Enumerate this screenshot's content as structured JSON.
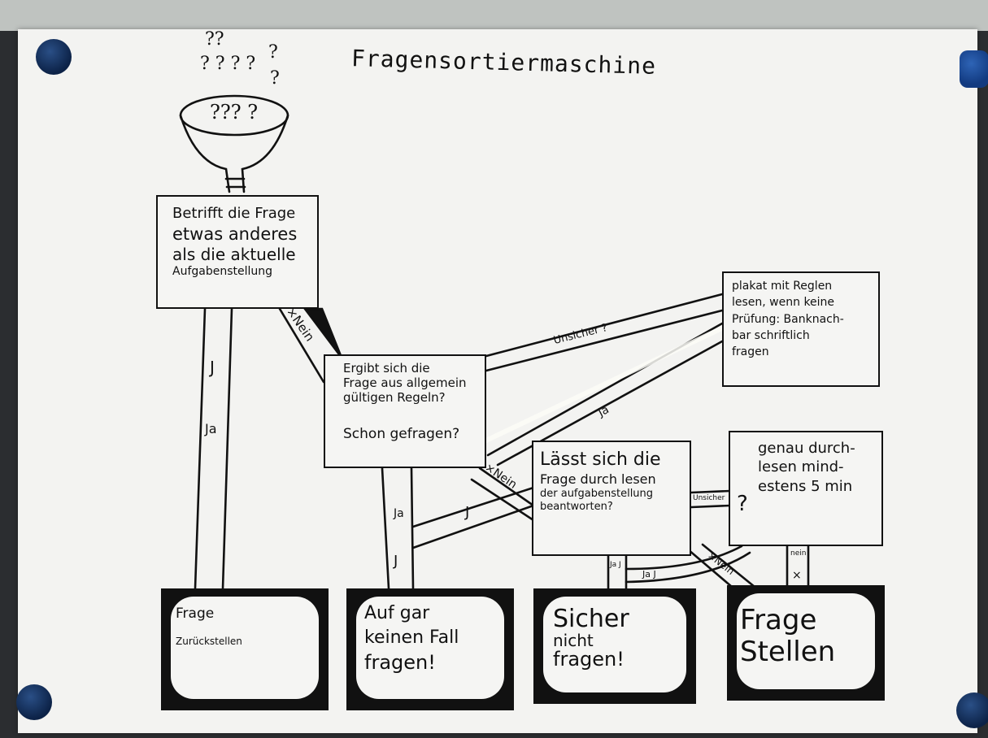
{
  "title": "Fragensortiermaschine",
  "funnel_marks": {
    "top": "??",
    "mid": "? ? ? ?",
    "right": "?",
    "right2": "?",
    "bowl": "??? ?"
  },
  "questions": {
    "q1": [
      "Betrifft die Frage",
      "etwas anderes",
      "als die aktuelle",
      "Aufgabenstellung"
    ],
    "q2": [
      "Ergibt sich die",
      "Frage aus allgemein",
      "gültigen Regeln?",
      "",
      "Schon gefragen?"
    ],
    "q3": [
      "Lässt sich die",
      "Frage durch lesen",
      "der aufgabenstellung",
      "beantworten?"
    ],
    "rules": [
      "plakat mit Reglen",
      "lesen, wenn keine",
      "Prüfung: Banknach-",
      "bar schriftlich",
      "fragen"
    ],
    "reread": [
      "genau durch-",
      "lesen mind-",
      "estens 5 min"
    ]
  },
  "reread_mark": "?",
  "outcomes": [
    {
      "lines": [
        "Frage",
        "Zurückstellen"
      ]
    },
    {
      "lines": [
        "Auf gar",
        "keinen Fall",
        "fragen!"
      ]
    },
    {
      "lines": [
        "Sicher",
        "nicht",
        "fragen!"
      ]
    },
    {
      "lines": [
        "Frage",
        "Stellen"
      ]
    }
  ],
  "edge_labels": {
    "q1_yes_j": "J",
    "q1_yes_ja": "Ja",
    "q1_no": "×Nein",
    "q2_unsure": "Unsicher ?",
    "q2_yes_ja": "Ja",
    "q2_yes_j": "J",
    "q2_no": "×Nein",
    "q3_yes_ja": "Ja",
    "q3_j": "J",
    "q3_unsure": "Unsicher",
    "q3_no": "×Nein",
    "q3_ja_j": "Ja J",
    "q3_ja_small": "Ja J",
    "reread_no": "nein",
    "reread_no_x": "×"
  }
}
